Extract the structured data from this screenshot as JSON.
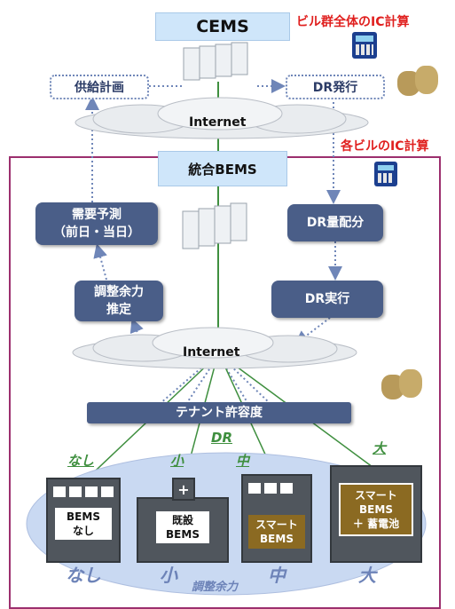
{
  "top": {
    "cems_label": "CEMS",
    "supply_plan": "供給計画",
    "dr_issue": "DR発行",
    "ic_calc_all": "ビル群全体のIC計算",
    "internet_top": "Internet",
    "ic_calc_each": "各ビルのIC計算"
  },
  "building": {
    "integrated_bems": "統合BEMS",
    "demand_forecast_line1": "需要予測",
    "demand_forecast_line2": "（前日・当日）",
    "dr_allocation": "DR量配分",
    "adjust_line1": "調整余力",
    "adjust_line2": "推定",
    "dr_execute": "DR実行",
    "internet_bottom": "Internet",
    "tenant_tolerance": "テナント許容度"
  },
  "tenants": {
    "dr_label": "DR",
    "levels_top": [
      "なし",
      "小",
      "中",
      "大"
    ],
    "levels_bottom": [
      "なし",
      "小",
      "中",
      "大"
    ],
    "types": [
      {
        "line1": "BEMS",
        "line2": "なし"
      },
      {
        "line1": "既設",
        "line2": "BEMS"
      },
      {
        "line1": "スマート",
        "line2": "BEMS"
      },
      {
        "line1": "スマート",
        "line2": "BEMS",
        "line3": "＋ 蓄電池"
      }
    ],
    "adjustment_capacity": "調整余力"
  },
  "colors": {
    "navy": "#4a5e88",
    "title_blue": "#cfe6fa",
    "border_purple": "#9c2f6e",
    "green": "#3f8f3f",
    "red": "#e0201f",
    "ellipse": "#c9d9f2",
    "bldg_brown": "#8b6a22"
  },
  "icons": [
    "server-rack-icon",
    "calculator-icon",
    "money-bag-icon",
    "cloud-icon",
    "building-icon"
  ]
}
